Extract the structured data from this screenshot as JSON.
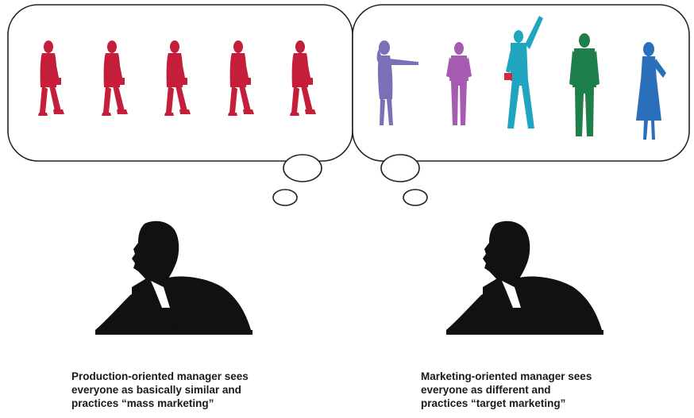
{
  "left_panel": {
    "caption_lines": [
      "Production-oriented manager sees",
      "everyone as basically similar and",
      "practices “mass marketing”"
    ],
    "figure_icon": "walking-businessman-icon",
    "figure_colors": [
      "#c41e3a",
      "#c41e3a",
      "#c41e3a",
      "#c41e3a",
      "#c41e3a"
    ]
  },
  "right_panel": {
    "caption_lines": [
      "Marketing-oriented manager sees",
      "everyone as different and",
      "practices “target marketing”"
    ],
    "figure_icons": [
      "pointing-woman-icon",
      "standing-man-icon",
      "reaching-man-icon",
      "man-in-suit-icon",
      "woman-in-skirt-icon"
    ],
    "figure_colors": [
      "#7b6fb8",
      "#a55bb0",
      "#1fa5c0",
      "#1e7f4a",
      "#2a6fba"
    ]
  },
  "thinker_icon": "thinking-manager-silhouette-icon",
  "bubble_outline_color": "#222222"
}
